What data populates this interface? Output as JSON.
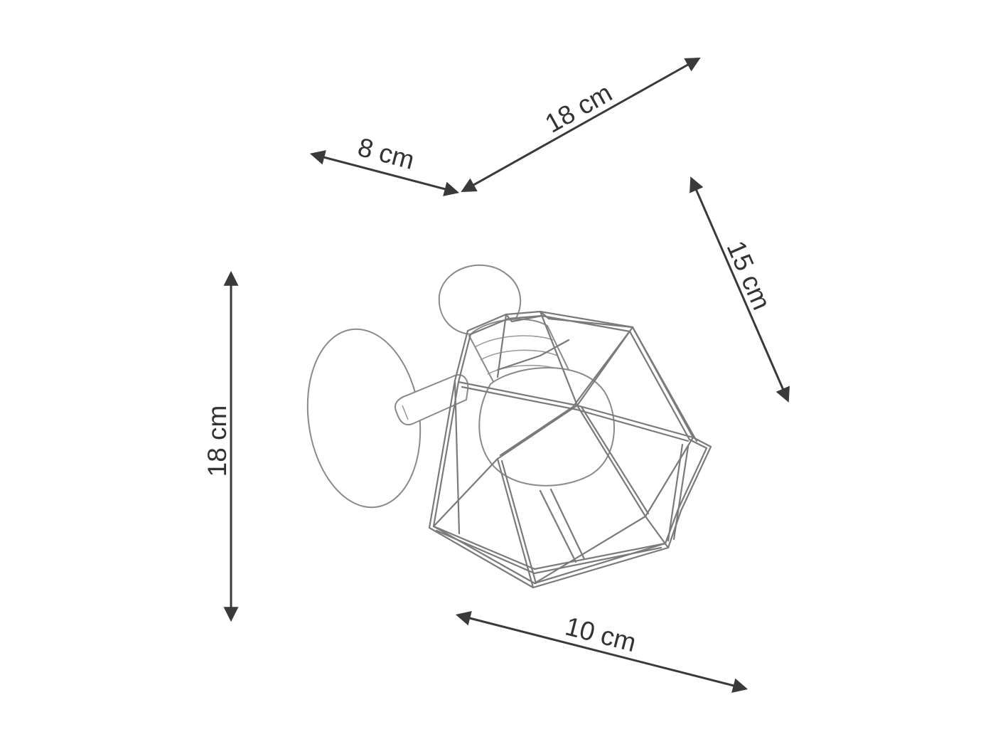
{
  "drawing": {
    "subject": "lamp-wireframe",
    "line_color": "#7a7a7a",
    "dimension_color": "#3a3a3a"
  },
  "dimensions": {
    "height_left": "18 cm",
    "depth_top_left": "8 cm",
    "width_top_right": "18 cm",
    "height_right": "15 cm",
    "width_bottom": "10 cm"
  }
}
